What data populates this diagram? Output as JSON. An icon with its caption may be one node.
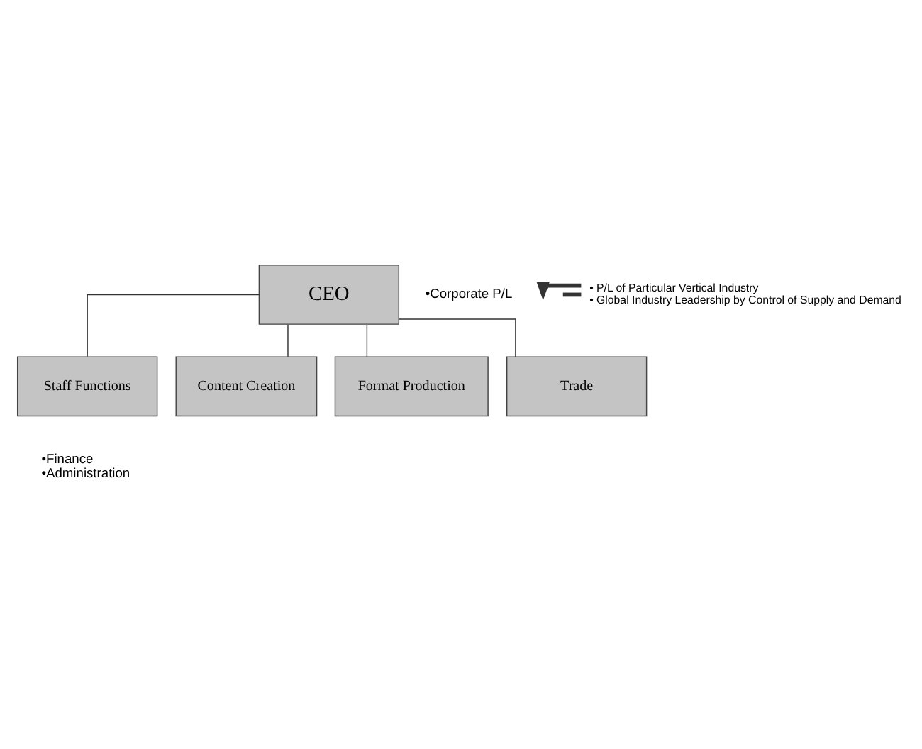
{
  "diagram": {
    "nodes": [
      {
        "text": [
          "CEO"
        ],
        "beside": [
          "•Corporate P/L"
        ]
      },
      {
        "text": [
          "Staff Functions"
        ],
        "beside": [
          "•Finance",
          "•Administration"
        ]
      },
      {
        "text": [
          "Content Creation"
        ]
      },
      {
        "text": [
          "Format Production"
        ]
      },
      {
        "text": [
          "Trade"
        ]
      },
      {
        "text": [
          "• P/L of Particular Vertical Industry",
          "• Global Industry Leadership by Control of Supply and Demand"
        ]
      }
    ],
    "edges": [
      {
        "from": 0,
        "to": 1,
        "arrow": "none"
      },
      {
        "from": 0,
        "to": 2,
        "arrow": "none"
      },
      {
        "from": 0,
        "to": 3,
        "arrow": "none"
      },
      {
        "from": 0,
        "to": 4,
        "arrow": "none"
      },
      {
        "from": 5,
        "to": null,
        "arrow": "to",
        "style": "thick"
      },
      {
        "from": null,
        "to": 5,
        "arrow": "none",
        "style": "thick"
      }
    ]
  }
}
